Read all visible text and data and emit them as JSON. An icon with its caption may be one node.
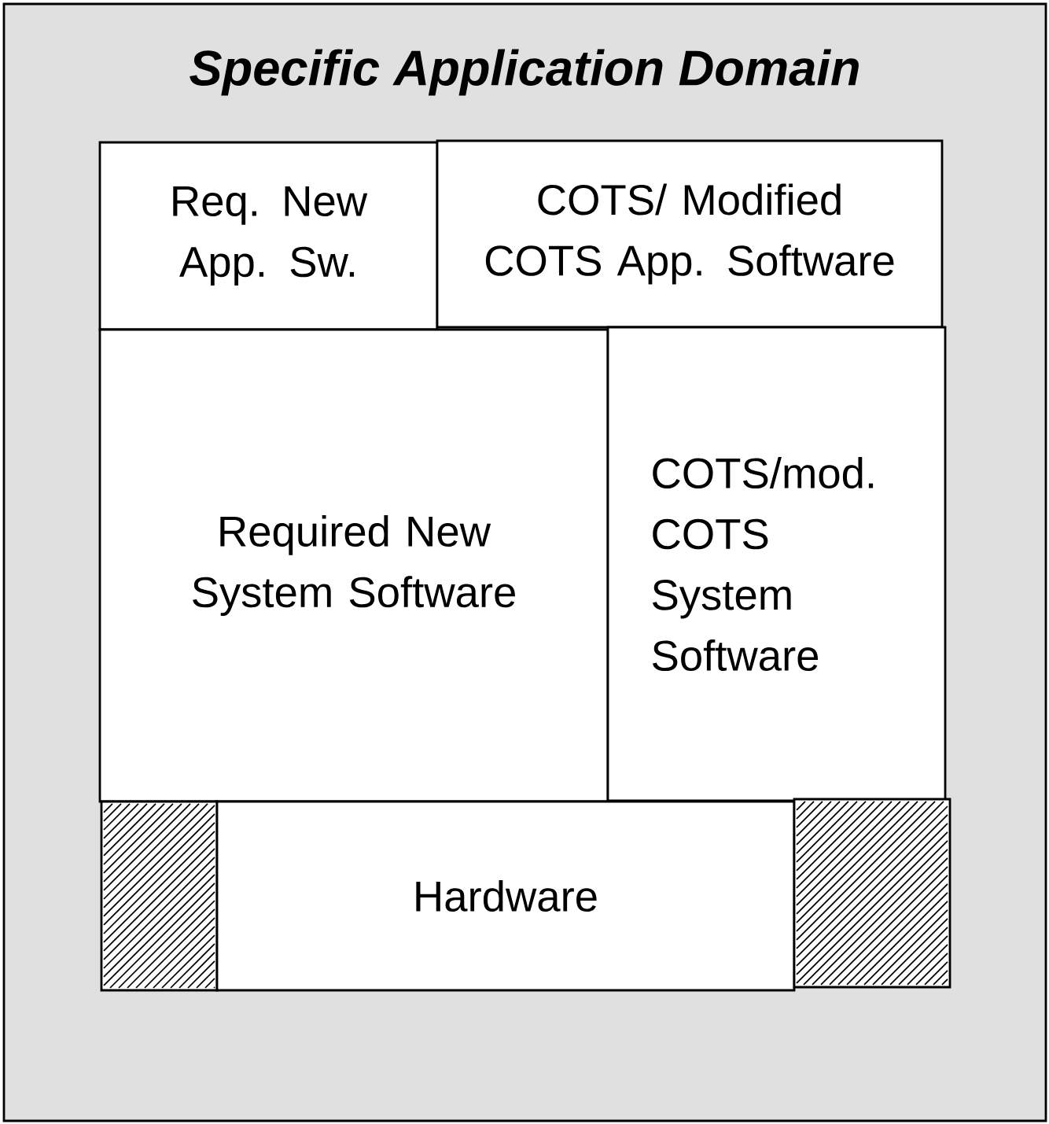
{
  "diagram": {
    "nodes": [
      {
        "text": [
          "Specific Application Domain"
        ]
      },
      {
        "text": [
          "Req. New App. Sw."
        ],
        "in": 0
      },
      {
        "text": [
          "COTS/ Modified COTS App. Software"
        ],
        "in": 0
      },
      {
        "text": [
          "Required New System Software"
        ],
        "in": 0
      },
      {
        "text": [
          "COTS/mod. COTS System Software"
        ],
        "in": 0
      },
      {
        "text": [],
        "shape": "box",
        "in": 0
      },
      {
        "text": [
          "Hardware"
        ],
        "in": 0
      },
      {
        "text": [],
        "shape": "box",
        "in": 0
      }
    ]
  }
}
